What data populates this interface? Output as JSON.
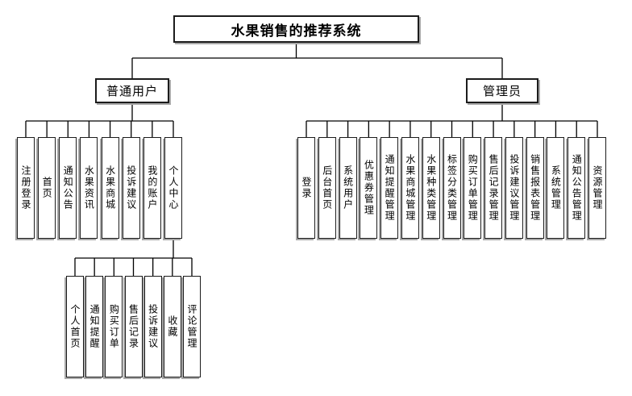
{
  "title": "水果销售的推荐系统",
  "branches": {
    "user": {
      "label": "普通用户",
      "children": [
        "注册登录",
        "首页",
        "通知公告",
        "水果资讯",
        "水果商城",
        "投诉建议",
        "我的账户",
        "个人中心"
      ]
    },
    "personal_center": {
      "children": [
        "个人首页",
        "通知提醒",
        "购买订单",
        "售后记录",
        "投诉建议",
        "收藏",
        "评论管理"
      ]
    },
    "admin": {
      "label": "管理员",
      "children": [
        "登录",
        "后台首页",
        "系统用户",
        "优惠券管理",
        "通知提醒管理",
        "水果商城管理",
        "水果种类管理",
        "标签分类管理",
        "购买订单管理",
        "售后记录管理",
        "投诉建议管理",
        "销售报表管理",
        "系统管理",
        "通知公告管理",
        "资源管理"
      ]
    }
  },
  "colors": {
    "background": "#ffffff",
    "box_fill": "#ffffff",
    "border": "#1c1c1c",
    "connector": "#000000",
    "shadow": "#a9a9a9",
    "text": "#000000"
  }
}
